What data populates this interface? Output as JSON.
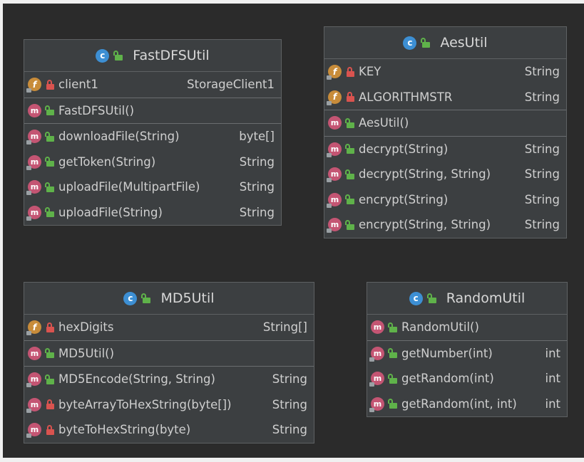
{
  "colors": {
    "canvas": "#2b2b2b",
    "box": "#3c3f41",
    "class_badge": "#3d8fd3",
    "method_badge": "#c45573",
    "field_badge": "#c88c3a",
    "public_lock": "#5fb24a",
    "private_lock": "#d9534f"
  },
  "classes": [
    {
      "name": "FastDFSUtil",
      "fields": [
        {
          "name": "client1",
          "type": "StorageClient1",
          "visibility": "private"
        }
      ],
      "constructors": [
        {
          "name": "FastDFSUtil()",
          "type": "",
          "visibility": "public"
        }
      ],
      "methods": [
        {
          "name": "downloadFile(String)",
          "type": "byte[]",
          "visibility": "public"
        },
        {
          "name": "getToken(String)",
          "type": "String",
          "visibility": "public"
        },
        {
          "name": "uploadFile(MultipartFile)",
          "type": "String",
          "visibility": "public"
        },
        {
          "name": "uploadFile(String)",
          "type": "String",
          "visibility": "public"
        }
      ]
    },
    {
      "name": "AesUtil",
      "fields": [
        {
          "name": "KEY",
          "type": "String",
          "visibility": "private"
        },
        {
          "name": "ALGORITHMSTR",
          "type": "String",
          "visibility": "private"
        }
      ],
      "constructors": [
        {
          "name": "AesUtil()",
          "type": "",
          "visibility": "public"
        }
      ],
      "methods": [
        {
          "name": "decrypt(String)",
          "type": "String",
          "visibility": "public"
        },
        {
          "name": "decrypt(String, String)",
          "type": "String",
          "visibility": "public"
        },
        {
          "name": "encrypt(String)",
          "type": "String",
          "visibility": "public"
        },
        {
          "name": "encrypt(String, String)",
          "type": "String",
          "visibility": "public"
        }
      ]
    },
    {
      "name": "MD5Util",
      "fields": [
        {
          "name": "hexDigits",
          "type": "String[]",
          "visibility": "private"
        }
      ],
      "constructors": [
        {
          "name": "MD5Util()",
          "type": "",
          "visibility": "public"
        }
      ],
      "methods": [
        {
          "name": "MD5Encode(String, String)",
          "type": "String",
          "visibility": "public"
        },
        {
          "name": "byteArrayToHexString(byte[])",
          "type": "String",
          "visibility": "private"
        },
        {
          "name": "byteToHexString(byte)",
          "type": "String",
          "visibility": "private"
        }
      ]
    },
    {
      "name": "RandomUtil",
      "fields": [],
      "constructors": [
        {
          "name": "RandomUtil()",
          "type": "",
          "visibility": "public"
        }
      ],
      "methods": [
        {
          "name": "getNumber(int)",
          "type": "int",
          "visibility": "public"
        },
        {
          "name": "getRandom(int)",
          "type": "int",
          "visibility": "public"
        },
        {
          "name": "getRandom(int, int)",
          "type": "int",
          "visibility": "public"
        }
      ]
    }
  ]
}
